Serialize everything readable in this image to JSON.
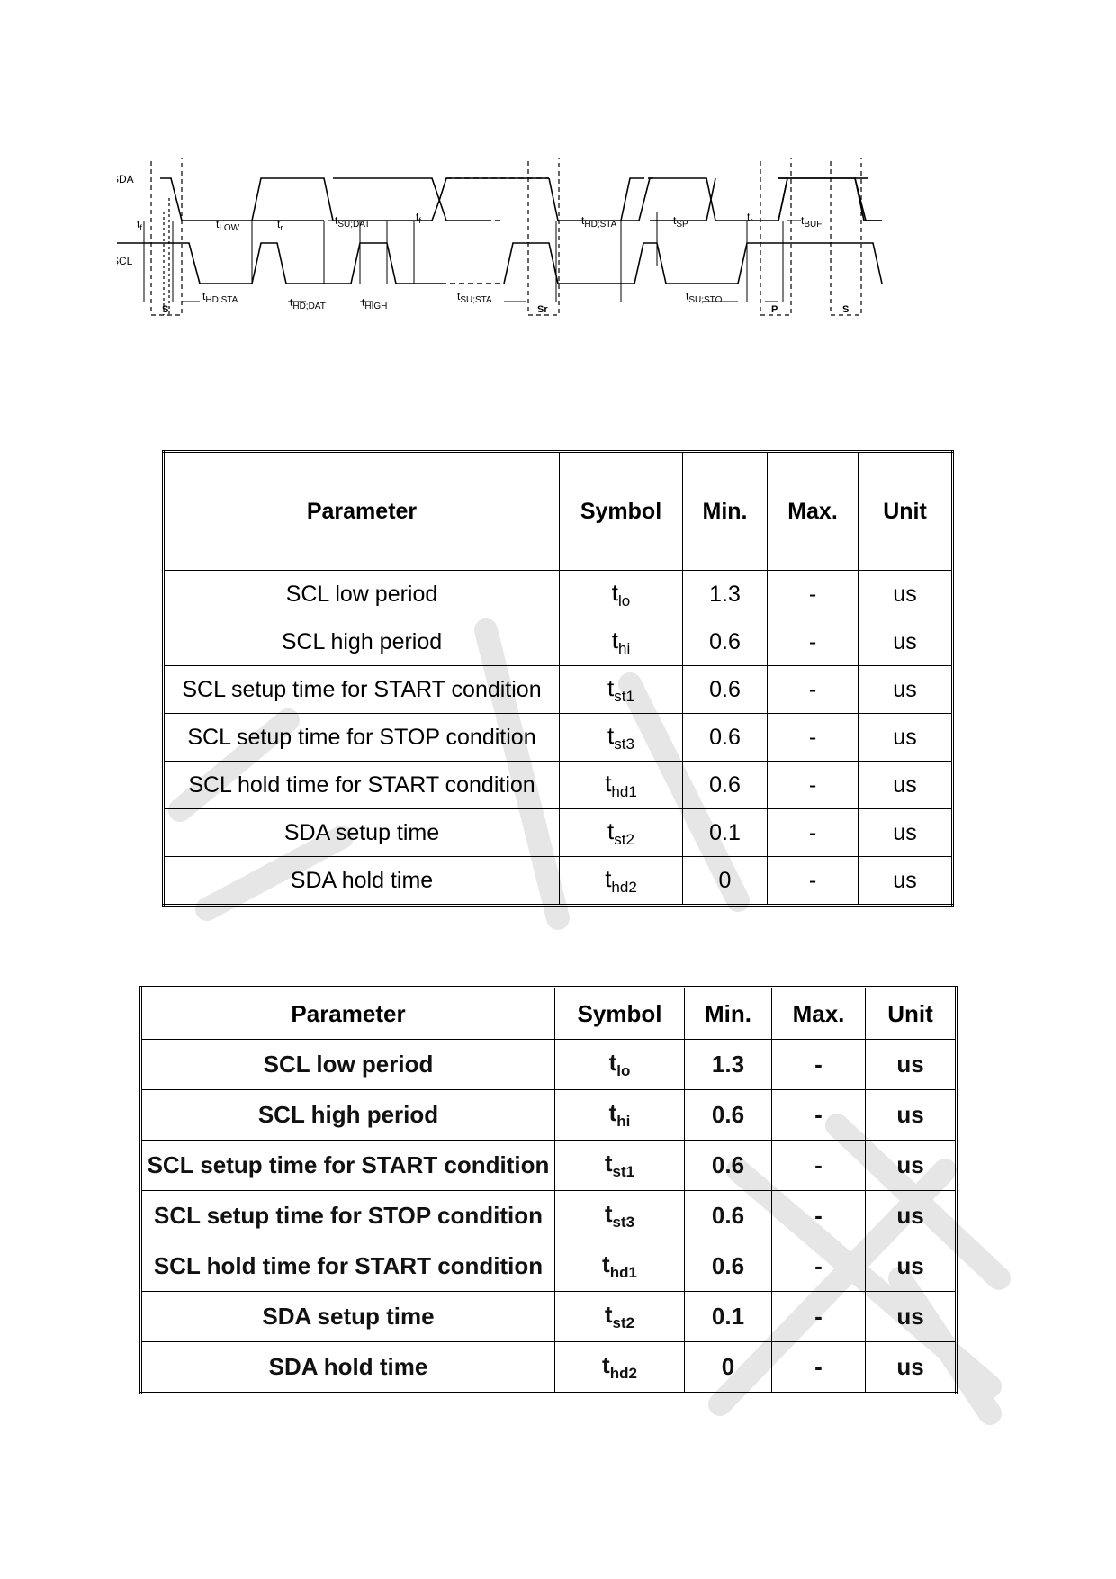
{
  "timing_diagram": {
    "signals": {
      "sda": "SDA",
      "scl": "SCL"
    },
    "conditions": {
      "start": "S",
      "repeated_start": "Sr",
      "stop": "P",
      "start2": "S"
    },
    "labels": {
      "tf_left": "f",
      "tlow": "LOW",
      "tr_1": "r",
      "tsu_dat": "SU;DAT",
      "tf_mid": "f",
      "thd_sta_1": "HD;STA",
      "thd_dat": "HD;DAT",
      "thigh": "HIGH",
      "tsu_sta": "SU;STA",
      "thd_sta_2": "HD;STA",
      "tsp": "SP",
      "tr_2": "r",
      "tbuf": "BUF",
      "tsu_sto": "SU;STO"
    }
  },
  "table1": {
    "headers": {
      "parameter": "Parameter",
      "symbol": "Symbol",
      "min": "Min.",
      "max": "Max.",
      "unit": "Unit"
    },
    "rows": [
      {
        "parameter": "SCL low period",
        "symbol_base": "t",
        "symbol_sub": "lo",
        "min": "1.3",
        "max": "-",
        "unit": "us"
      },
      {
        "parameter": "SCL high period",
        "symbol_base": "t",
        "symbol_sub": "hi",
        "min": "0.6",
        "max": "-",
        "unit": "us"
      },
      {
        "parameter": "SCL setup time for START condition",
        "symbol_base": "t",
        "symbol_sub": "st1",
        "min": "0.6",
        "max": "-",
        "unit": "us"
      },
      {
        "parameter": "SCL setup time for STOP condition",
        "symbol_base": "t",
        "symbol_sub": "st3",
        "min": "0.6",
        "max": "-",
        "unit": "us"
      },
      {
        "parameter": "SCL hold time for START condition",
        "symbol_base": "t",
        "symbol_sub": "hd1",
        "min": "0.6",
        "max": "-",
        "unit": "us"
      },
      {
        "parameter": "SDA setup time",
        "symbol_base": "t",
        "symbol_sub": "st2",
        "min": "0.1",
        "max": "-",
        "unit": "us"
      },
      {
        "parameter": "SDA hold time",
        "symbol_base": "t",
        "symbol_sub": "hd2",
        "min": "0",
        "max": "-",
        "unit": "us"
      }
    ]
  },
  "table2": {
    "headers": {
      "parameter": "Parameter",
      "symbol": "Symbol",
      "min": "Min.",
      "max": "Max.",
      "unit": "Unit"
    },
    "rows": [
      {
        "parameter": "SCL low period",
        "symbol_base": "t",
        "symbol_sub": "lo",
        "min": "1.3",
        "max": "-",
        "unit": "us"
      },
      {
        "parameter": "SCL high period",
        "symbol_base": "t",
        "symbol_sub": "hi",
        "min": "0.6",
        "max": "-",
        "unit": "us"
      },
      {
        "parameter": "SCL setup time for START condition",
        "symbol_base": "t",
        "symbol_sub": "st1",
        "min": "0.6",
        "max": "-",
        "unit": "us"
      },
      {
        "parameter": "SCL setup time for STOP condition",
        "symbol_base": "t",
        "symbol_sub": "st3",
        "min": "0.6",
        "max": "-",
        "unit": "us"
      },
      {
        "parameter": "SCL hold time for START condition",
        "symbol_base": "t",
        "symbol_sub": "hd1",
        "min": "0.6",
        "max": "-",
        "unit": "us"
      },
      {
        "parameter": "SDA setup time",
        "symbol_base": "t",
        "symbol_sub": "st2",
        "min": "0.1",
        "max": "-",
        "unit": "us"
      },
      {
        "parameter": "SDA hold time",
        "symbol_base": "t",
        "symbol_sub": "hd2",
        "min": "0",
        "max": "-",
        "unit": "us"
      }
    ]
  }
}
